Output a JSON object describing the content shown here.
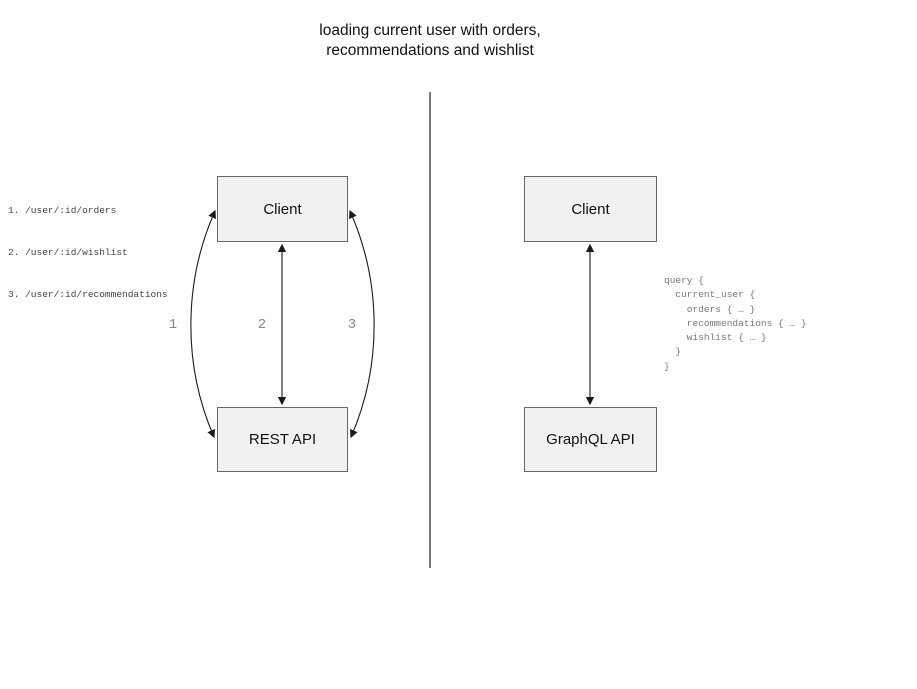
{
  "title": "loading current user with orders,\nrecommendations and wishlist",
  "rest_side": {
    "endpoints": [
      "1. /user/:id/orders",
      "2. /user/:id/wishlist",
      "3. /user/:id/recommendations"
    ],
    "client_label": "Client",
    "api_label": "REST API",
    "arrow_labels": [
      "1",
      "2",
      "3"
    ]
  },
  "graphql_side": {
    "client_label": "Client",
    "api_label": "GraphQL API",
    "query": "query {\n  current_user {\n    orders { … }\n    recommendations { … }\n    wishlist { … }\n  }\n}"
  },
  "colors": {
    "box_fill": "#f1f1f1",
    "box_border": "#666666",
    "arrow": "#1a1a1a",
    "label_gray": "#888888",
    "divider": "#555555",
    "code_dark": "#444444",
    "code_light": "#777777"
  }
}
